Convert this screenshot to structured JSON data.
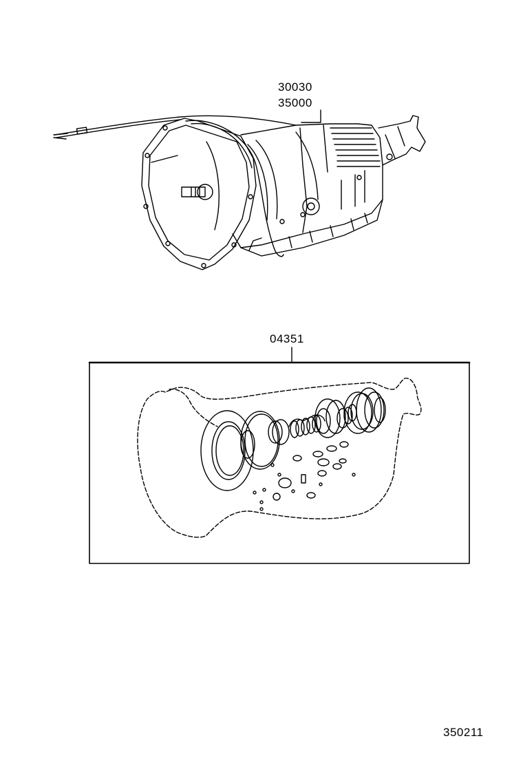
{
  "parts": {
    "transmission_assy_1": "30030",
    "transmission_assy_2": "35000",
    "overhaul_kit": "04351"
  },
  "figure_ref": "350211",
  "colors": {
    "line": "#000000",
    "background": "#ffffff"
  }
}
